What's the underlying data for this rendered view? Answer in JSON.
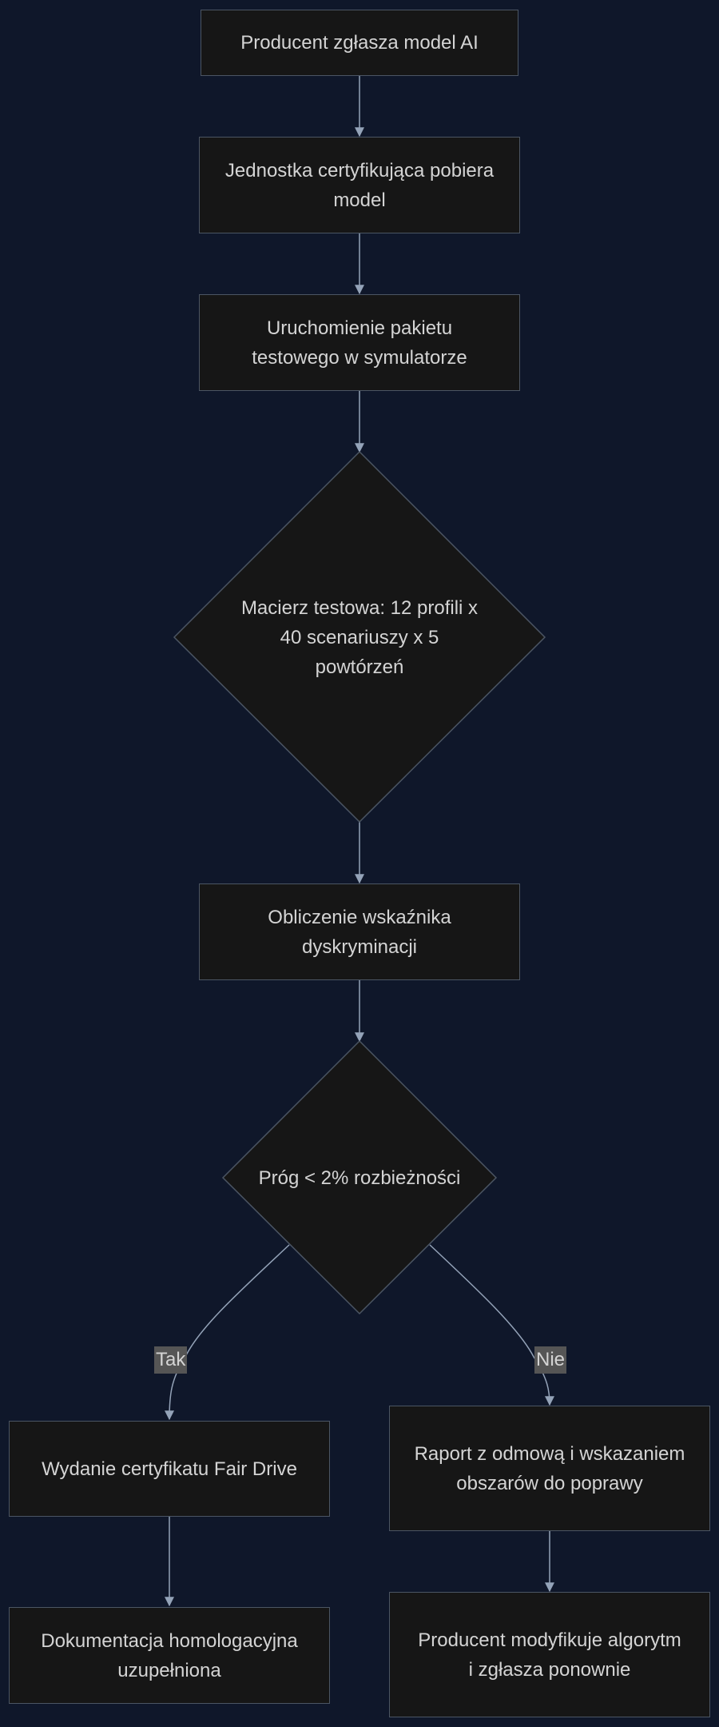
{
  "nodes": {
    "submit": "Producent zgłasza model AI",
    "download": "Jednostka certyfikująca pobiera model",
    "simulator": "Uruchomienie pakietu testowego w symulatorze",
    "matrix": "Macierz testowa: 12 profili x 40 scenariuszy x 5 powtórzeń",
    "compute": "Obliczenie wskaźnika dyskryminacji",
    "threshold": "Próg < 2% rozbieżności",
    "certificate": "Wydanie certyfikatu Fair Drive",
    "documentation": "Dokumentacja homologacyjna uzupełniona",
    "report": "Raport z odmową i wskazaniem obszarów do poprawy",
    "resubmit": "Producent modyfikuje algorytm i zgłasza ponownie"
  },
  "edges": {
    "yes_label": "Tak",
    "no_label": "Nie"
  },
  "colors": {
    "background": "#0f172a",
    "node_fill": "#161616",
    "node_border": "#4b5563",
    "edge": "#94a3b8",
    "text": "#d4d4d4",
    "edge_label_bg": "#555555"
  }
}
